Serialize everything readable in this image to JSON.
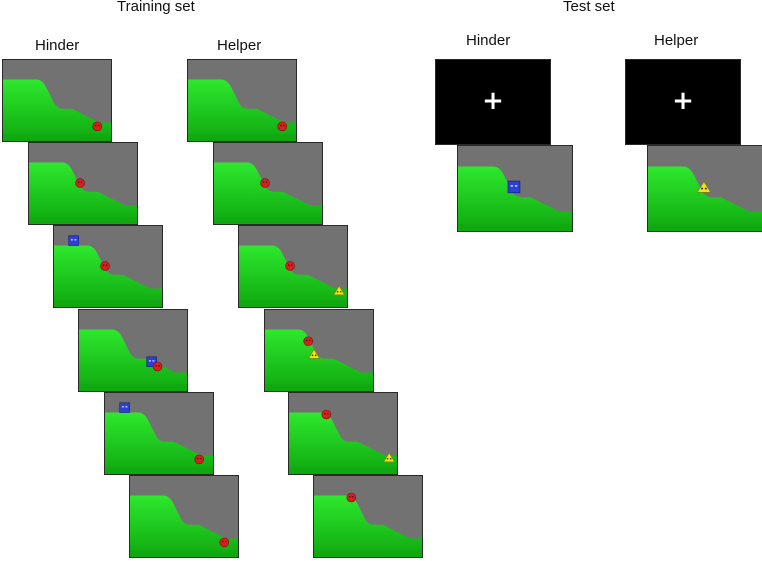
{
  "headings": {
    "training": "Training set",
    "test": "Test set",
    "train_hinder": "Hinder",
    "train_helper": "Helper",
    "test_hinder": "Hinder",
    "test_helper": "Helper"
  },
  "fixation_symbol": "+",
  "colors": {
    "background": "#727272",
    "hill": "#2ee82e",
    "hill_dark": "#0fa80f",
    "ball": "#d42020",
    "hinderer": "#2d3fd6",
    "helper": "#f2e21a"
  },
  "training_hinder_frames": [
    {
      "agent": "none",
      "ball": "bottom"
    },
    {
      "agent": "none",
      "ball": "mid"
    },
    {
      "agent": "hinderer",
      "agent_pos": "top",
      "ball": "mid"
    },
    {
      "agent": "hinderer",
      "agent_pos": "pushing-down",
      "ball": "low"
    },
    {
      "agent": "hinderer",
      "agent_pos": "top",
      "ball": "bottom"
    },
    {
      "agent": "none",
      "ball": "bottom"
    }
  ],
  "training_helper_frames": [
    {
      "agent": "none",
      "ball": "bottom"
    },
    {
      "agent": "none",
      "ball": "mid"
    },
    {
      "agent": "helper",
      "agent_pos": "bottom",
      "ball": "mid"
    },
    {
      "agent": "helper",
      "agent_pos": "pushing-up",
      "ball": "upper"
    },
    {
      "agent": "helper",
      "agent_pos": "bottom",
      "ball": "top"
    },
    {
      "agent": "none",
      "ball": "top"
    }
  ],
  "test_frames": [
    {
      "condition": "Hinder",
      "agent": "hinderer"
    },
    {
      "condition": "Helper",
      "agent": "helper"
    }
  ]
}
